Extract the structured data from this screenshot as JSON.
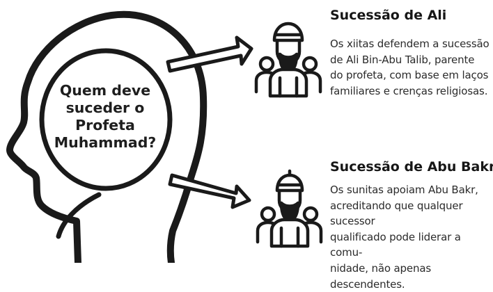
{
  "question": "Quem deve\nsuceder o\nProfeta\nMuhammad?",
  "options": [
    {
      "title": "Sucessão de Ali",
      "description": "Os xiitas defendem a sucessão\nde Ali Bin-Abu Talib, parente\ndo profeta, com base em laços\nfamiliares e crenças religiosas.",
      "icon": "bearded-man-group-icon"
    },
    {
      "title": "Sucessão de Abu Bakr",
      "description": "Os sunitas apoiam Abu Bakr,\nacreditando que qualquer sucessor\nqualificado pode liderar a comu-\nnidade, não apenas descendentes.",
      "icon": "turbaned-man-group-icon"
    }
  ],
  "colors": {
    "ink": "#1a1a1a",
    "background": "#ffffff"
  }
}
